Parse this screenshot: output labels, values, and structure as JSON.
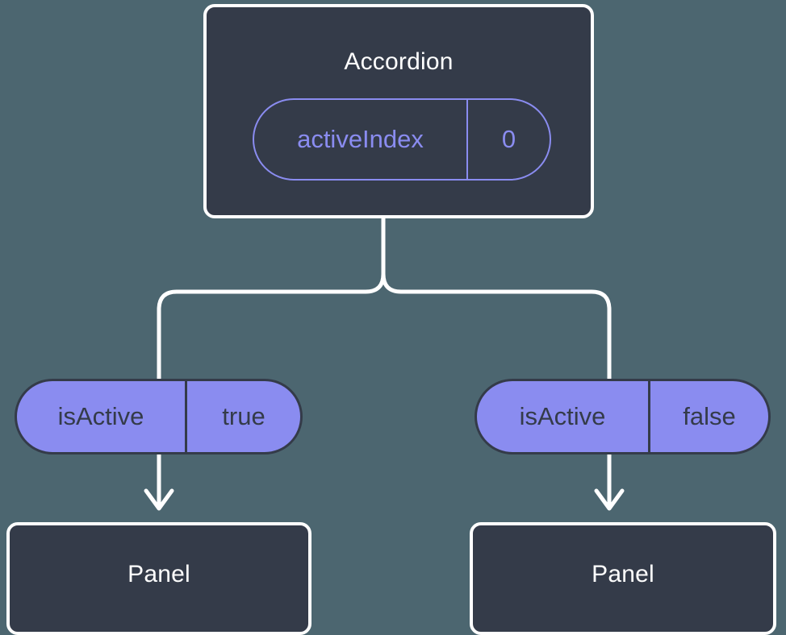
{
  "diagram": {
    "title_hidden": "",
    "background_color": "#4c6670",
    "node_fill": "#343b49",
    "node_stroke": "#ffffff",
    "accent_purple": "#8a8cf0"
  },
  "root": {
    "label": "Accordion",
    "state": {
      "key": "activeIndex",
      "value": "0"
    }
  },
  "branches": [
    {
      "prop": {
        "key": "isActive",
        "value": "true"
      },
      "child": {
        "label": "Panel"
      }
    },
    {
      "prop": {
        "key": "isActive",
        "value": "false"
      },
      "child": {
        "label": "Panel"
      }
    }
  ]
}
